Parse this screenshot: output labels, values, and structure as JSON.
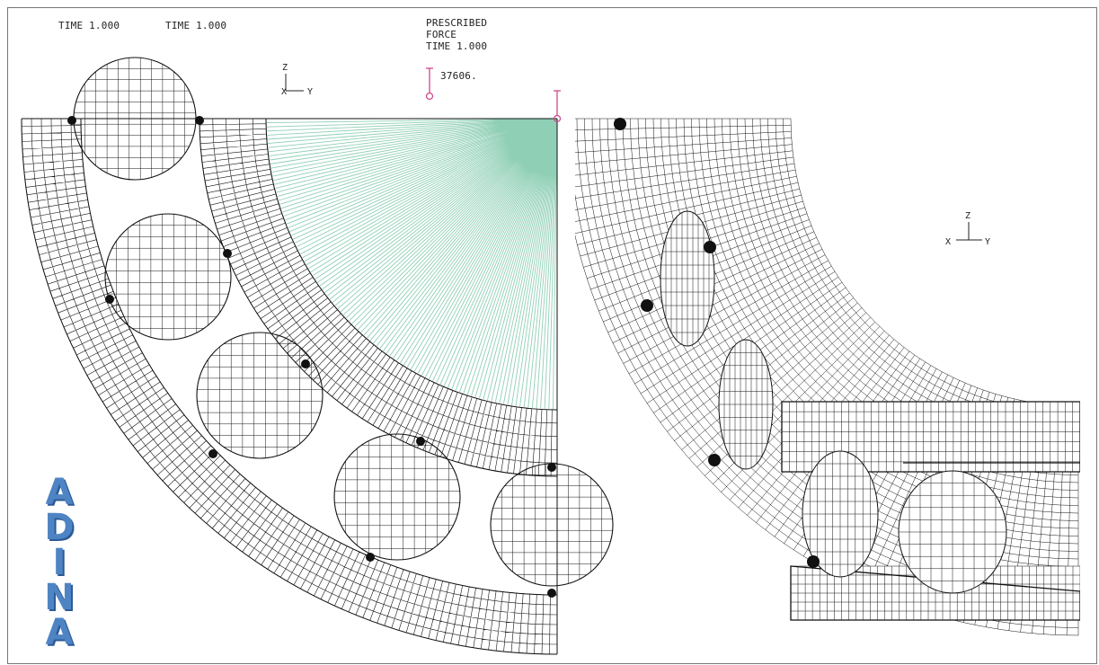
{
  "labels": {
    "time_left_1": "TIME 1.000",
    "time_left_2": "TIME 1.000",
    "prescribed_line1": "PRESCRIBED",
    "prescribed_line2": "FORCE",
    "prescribed_time": "TIME 1.000",
    "force_value": "37606."
  },
  "axes_left": {
    "z": "Z",
    "x": "X",
    "y": "Y"
  },
  "axes_right": {
    "z": "Z",
    "x": "X",
    "y": "Y"
  },
  "logo": {
    "letters": [
      "A",
      "D",
      "I",
      "N",
      "A"
    ],
    "color": "#4f84c4"
  },
  "colors": {
    "mesh": "#111111",
    "rays": "#8fcfb6",
    "force_marker": "#d0488f"
  }
}
